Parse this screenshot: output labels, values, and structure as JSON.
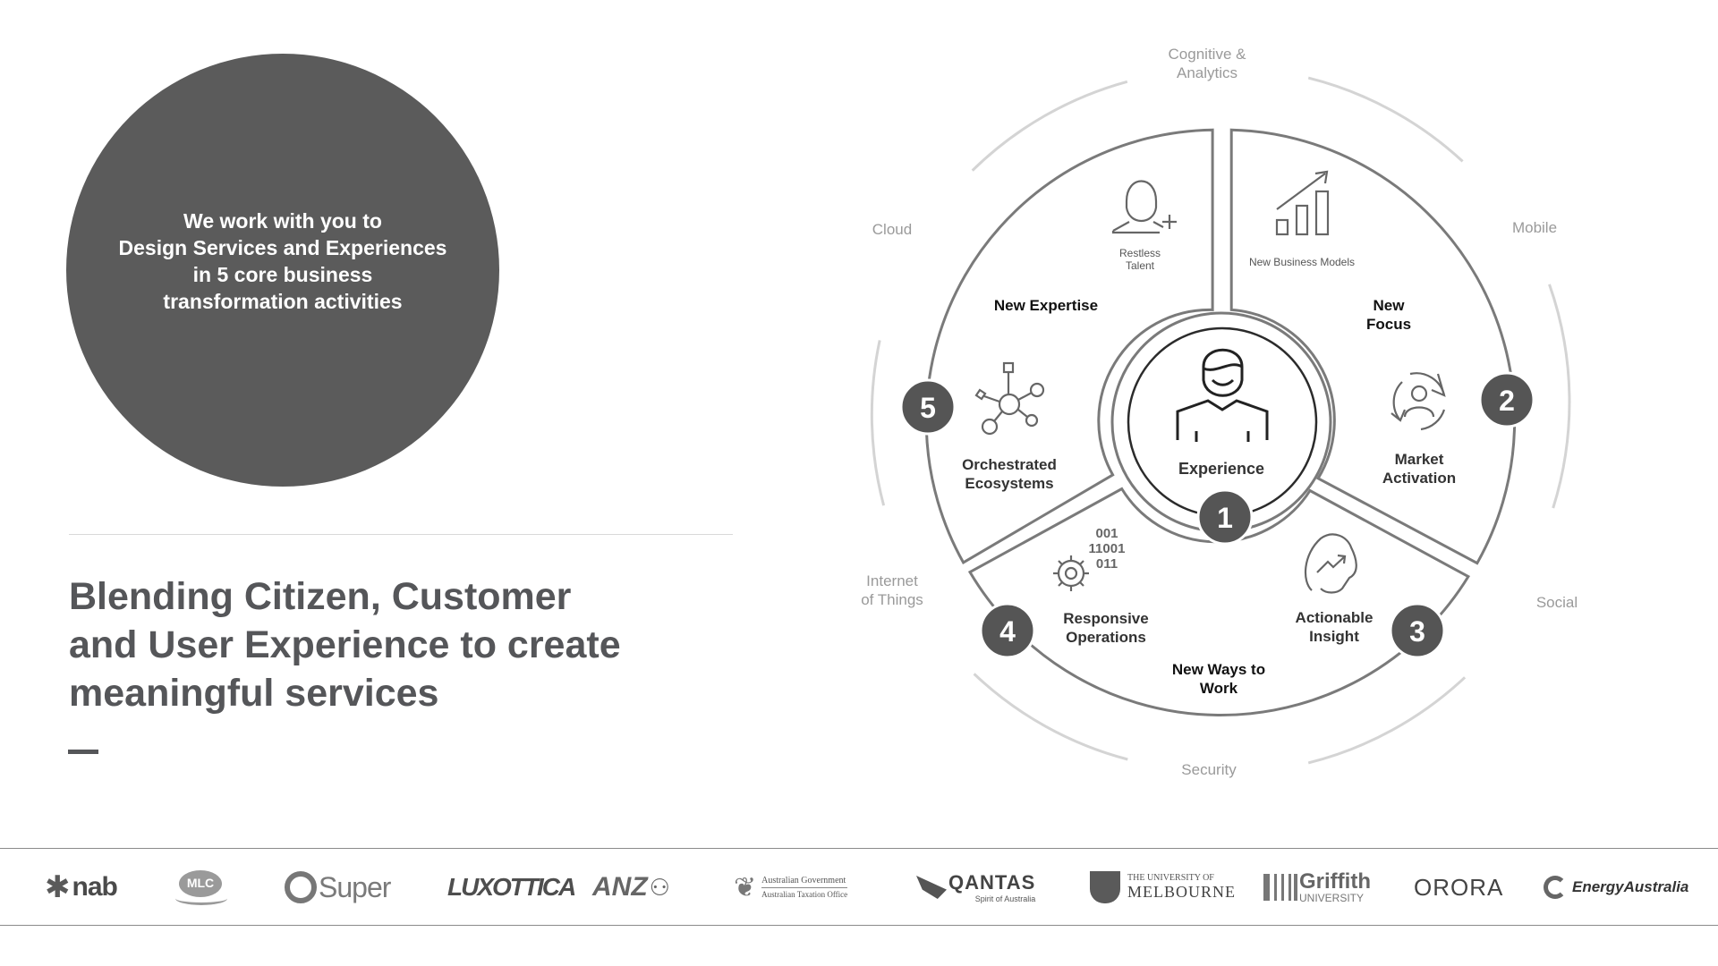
{
  "hero": {
    "lines": [
      "We work with you to",
      "Design Services and Experiences",
      "in 5 core business",
      "transformation activities"
    ]
  },
  "headline": {
    "lines": [
      "Blending Citizen, Customer",
      "and User Experience to create",
      "meaningful services"
    ]
  },
  "diagram": {
    "outer_ring": {
      "cognitive": [
        "Cognitive &",
        "Analytics"
      ],
      "mobile": "Mobile",
      "social": "Social",
      "security": "Security",
      "iot": [
        "Internet",
        "of Things"
      ],
      "cloud": "Cloud"
    },
    "center": {
      "label": "Experience",
      "number": "1"
    },
    "segments": {
      "top_left": {
        "title": "New Expertise",
        "icon_caption": [
          "Restless",
          "Talent"
        ],
        "item": [
          "Orchestrated",
          "Ecosystems"
        ],
        "number": "5"
      },
      "top_right": {
        "title": [
          "New",
          "Focus"
        ],
        "icon_caption": "New Business Models",
        "item": [
          "Market",
          "Activation"
        ],
        "number": "2"
      },
      "bottom": {
        "title": [
          "New Ways to",
          "Work"
        ],
        "left_item": [
          "Responsive",
          "Operations"
        ],
        "left_number": "4",
        "right_item": [
          "Actionable",
          "Insight"
        ],
        "right_number": "3",
        "binary": [
          "001",
          "11001",
          "011"
        ]
      }
    }
  },
  "logos": {
    "nab": "nab",
    "mlc": "MLC",
    "qsuper": "Super",
    "luxottica": "LUXOTTICA",
    "anz": "ANZ",
    "ato": [
      "Australian Government",
      "Australian Taxation Office"
    ],
    "qantas": [
      "QANTAS",
      "Spirit of Australia"
    ],
    "melbourne": [
      "THE UNIVERSITY OF",
      "MELBOURNE"
    ],
    "griffith": [
      "Griffith",
      "UNIVERSITY"
    ],
    "orora": "ORORA",
    "energy": "EnergyAustralia"
  },
  "colors": {
    "hero": "#5b5b5b",
    "headline": "#555659",
    "badge": "#555555",
    "ring": "#7a7a7a",
    "outer_arc": "#d4d4d4"
  }
}
